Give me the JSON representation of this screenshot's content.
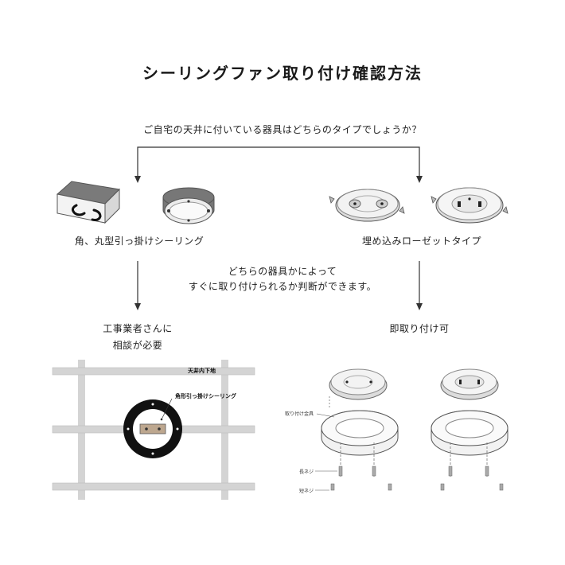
{
  "title": "シーリングファン取り付け確認方法",
  "question": "ご自宅の天井に付いている器具はどちらのタイプでしょうか？",
  "types": {
    "left_label": "角、丸型引っ掛けシーリング",
    "right_label": "埋め込みローゼットタイプ"
  },
  "note": {
    "line1": "どちらの器具かによって",
    "line2": "すぐに取り付けられるか判断ができます。"
  },
  "results": {
    "left_line1": "工事業者さんに",
    "left_line2": "相談が必要",
    "right": "即取り付け可"
  },
  "left_diagram": {
    "ceiling_label": "天井内下地",
    "fixture_label": "角形引っ掛けシーリング"
  },
  "right_diagram": {
    "bracket_label": "取り付け金具",
    "long_screw_label": "長ネジ",
    "short_screw_label": "短ネジ"
  }
}
